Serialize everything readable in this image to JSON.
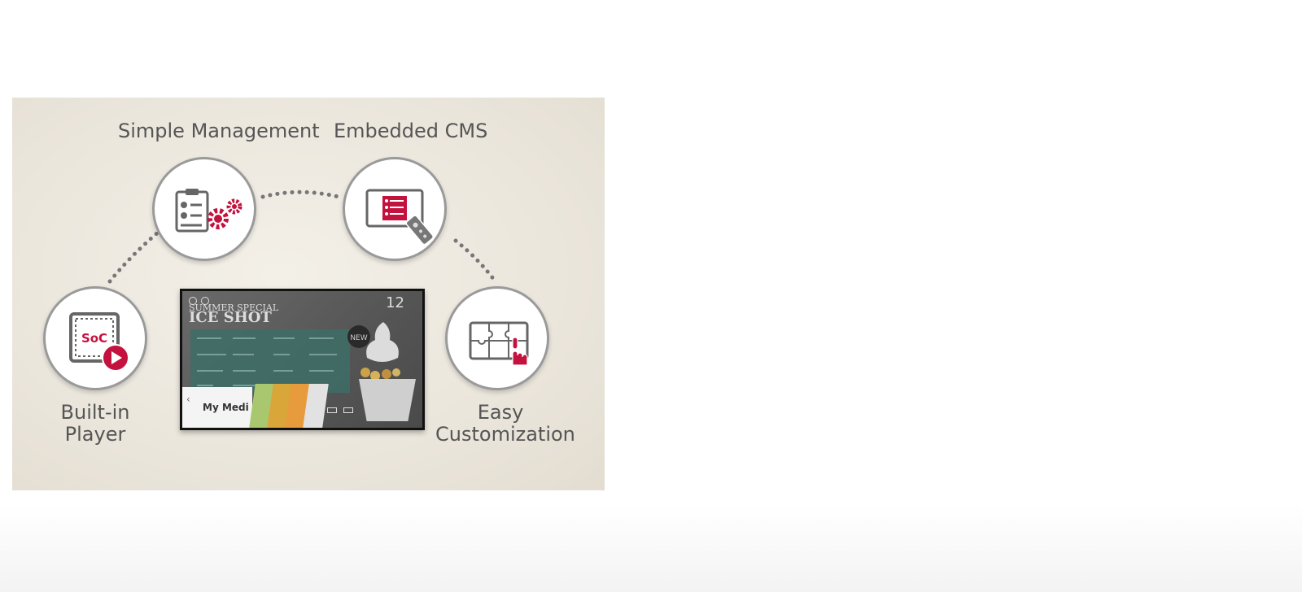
{
  "features": {
    "simple_management": "Simple Management",
    "embedded_cms": "Embedded CMS",
    "built_in_player_line1": "Built-in",
    "built_in_player_line2": "Player",
    "easy_customization_line1": "Easy",
    "easy_customization_line2": "Customization"
  },
  "icons": {
    "soc_label": "SoC"
  },
  "tv_screen": {
    "headline_small": "SUMMER SPECIAL",
    "headline_big": "ICE SHOT",
    "badge": "NEW",
    "clock": "12",
    "launcher_label": "My Medi"
  },
  "colors": {
    "accent": "#c4123f",
    "icon_gray": "#666666",
    "caption": "#555555"
  }
}
